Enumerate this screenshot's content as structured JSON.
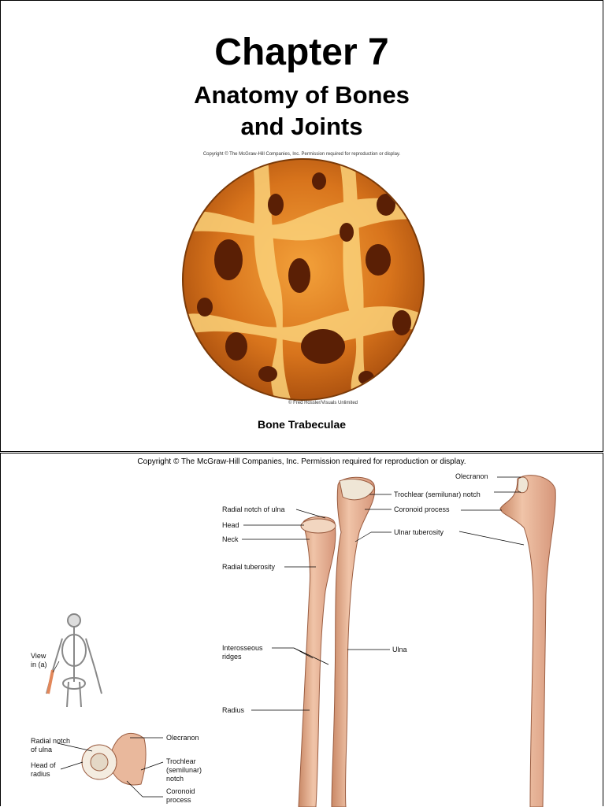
{
  "slide1": {
    "title": "Chapter 7",
    "subtitle_line1": "Anatomy of Bones",
    "subtitle_line2": "and Joints",
    "copyright": "Copyright © The McGraw-Hill Companies, Inc. Permission required for reproduction or display.",
    "photo_credit": "© Fred Hossler/Visuals Unlimited",
    "caption": "Bone Trabeculae"
  },
  "slide2": {
    "copyright": "Copyright © The McGraw-Hill Companies, Inc. Permission required for reproduction or display.",
    "labels": {
      "radial_notch": "Radial notch of ulna",
      "head": "Head",
      "neck": "Neck",
      "radial_tuberosity": "Radial tuberosity",
      "interosseous_1": "Interosseous",
      "interosseous_2": "ridges",
      "radius": "Radius",
      "olecranon": "Olecranon",
      "trochlear": "Trochlear (semilunar) notch",
      "coronoid": "Coronoid process",
      "ulnar_tuberosity": "Ulnar tuberosity",
      "ulna": "Ulna",
      "view_1": "View",
      "view_2": "in (a)"
    },
    "inset_labels": {
      "radial_notch_1": "Radial notch",
      "radial_notch_2": "of ulna",
      "head_radius_1": "Head of",
      "head_radius_2": "radius",
      "olecranon": "Olecranon",
      "trochlear_1": "Trochlear",
      "trochlear_2": "(semilunar)",
      "trochlear_3": "notch",
      "coronoid_1": "Coronoid",
      "coronoid_2": "process"
    }
  }
}
